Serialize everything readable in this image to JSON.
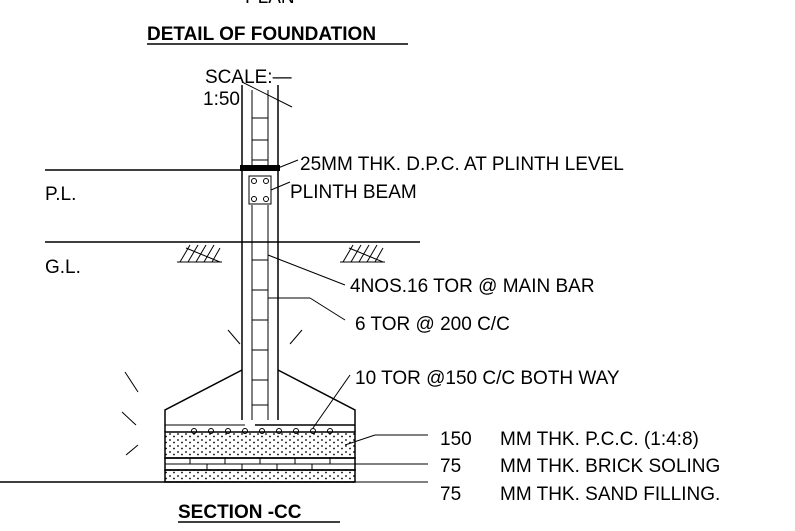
{
  "header": {
    "top_fragment": "PLAN",
    "title": "DETAIL OF FOUNDATION",
    "scale_line1": "SCALE:—",
    "scale_line2": "1:50"
  },
  "levels": {
    "plinth": "P.L.",
    "ground": "G.L."
  },
  "callouts": [
    {
      "id": "dpc",
      "text": "25MM THK. D.P.C. AT PLINTH LEVEL"
    },
    {
      "id": "plinth-beam",
      "text": "PLINTH BEAM"
    },
    {
      "id": "main-bar",
      "text": "4NOS.16 TOR @   MAIN BAR"
    },
    {
      "id": "stirrup",
      "text": "6 TOR @ 200 C/C"
    },
    {
      "id": "footing-bar",
      "text": "10 TOR @150 C/C BOTH WAY"
    }
  ],
  "layers": [
    {
      "id": "pcc",
      "thickness": "150",
      "text": "MM THK. P.C.C. (1:4:8)"
    },
    {
      "id": "brick",
      "thickness": "75",
      "text": "MM THK. BRICK SOLING"
    },
    {
      "id": "sand",
      "thickness": "75",
      "text": "MM THK. SAND FILLING."
    }
  ],
  "footer": {
    "section_title": "SECTION -CC"
  }
}
